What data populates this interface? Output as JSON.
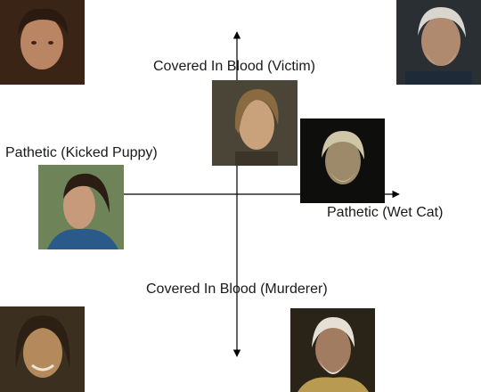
{
  "labels": {
    "top": "Covered In Blood (Victim)",
    "bottom": "Covered In Blood (Murderer)",
    "left": "Pathetic (Kicked Puppy)",
    "right": "Pathetic (Wet Cat)"
  },
  "photos": {
    "top_left": {
      "description": "young man with dark curly hair, warm lighting",
      "bg": "#3a2416",
      "skin": "#b98562",
      "hair": "#2a1a10"
    },
    "top_right": {
      "description": "older man with white hair and beard",
      "bg": "#2a2f33",
      "skin": "#b08a6e",
      "hair": "#d9d6cf"
    },
    "center_top": {
      "description": "young man with long blond hair",
      "bg": "#4a4537",
      "skin": "#c9a27c",
      "hair": "#8a6a40"
    },
    "center_right": {
      "description": "old man with white hair in dark setting",
      "bg": "#0e0e0c",
      "skin": "#9c8a6a",
      "hair": "#cfc6a8"
    },
    "left": {
      "description": "man with slicked-back dark hair, blue shirt",
      "bg": "#6e8458",
      "skin": "#c69a7a",
      "hair": "#2b1d14"
    },
    "bottom_left": {
      "description": "grinning man with long dark hair",
      "bg": "#3b3020",
      "skin": "#b48a5c",
      "hair": "#2c2014"
    },
    "bottom_right": {
      "description": "older man with white hair and beard, gold armor",
      "bg": "#2a2418",
      "skin": "#a27c60",
      "hair": "#e4e0d6"
    }
  }
}
